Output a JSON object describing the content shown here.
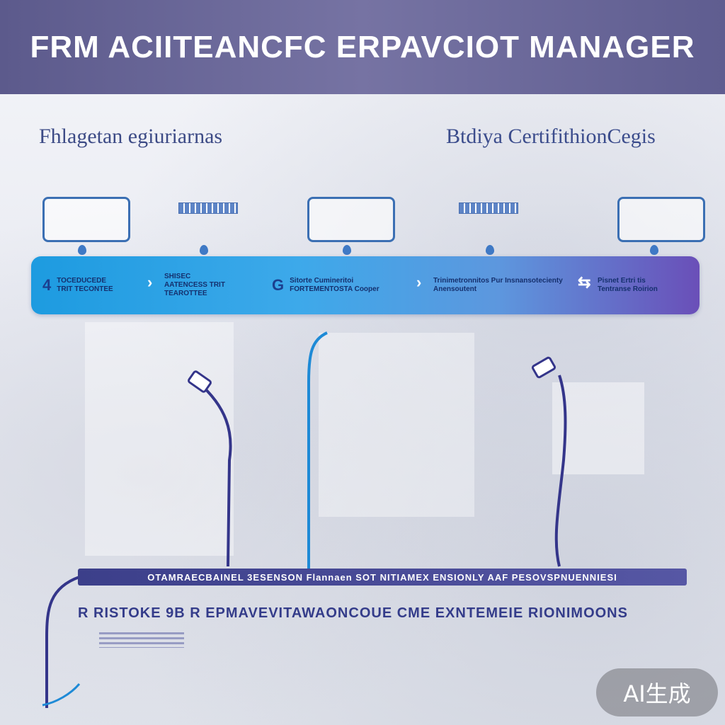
{
  "banner": {
    "title": "FRM ACIITEANCFC ERPAVCIOT MANAGER"
  },
  "subtitles": {
    "left": "Fhlagetan egiuriarnas",
    "right": "Btdiya CertifithionCegis"
  },
  "steps": [
    {
      "num": "4",
      "text": "TOCEDUCEDE TRIT TECONTEE"
    },
    {
      "num": "",
      "text": "SHISEC AATENCESS TRIT TEAROTTEE"
    },
    {
      "num": "G",
      "text": "Sitorte Cumineritoi FORTEMENTOSTA Cooper"
    },
    {
      "num": "",
      "text": "Trinimetronnitos Pur Insnansotecienty Anensoutent"
    },
    {
      "num": "",
      "text": "Pisnet Ertri tis Tentranse Roirion"
    }
  ],
  "lower_bar": {
    "text": "OTAMRAECBAINEL 3ESENSON  Flannaen  SOT NITIAMEX ENSIONLY AAF PESOVSPNUENNIESI"
  },
  "bottom": {
    "text": "R RISTOKE 9B  R  EPMAVEVITAWAONCOUE CME EXNTEMEIE RIONIMOONS"
  },
  "badge": {
    "text": "AI生成"
  },
  "colors": {
    "banner": "#6a6799",
    "step_bar_start": "#1d9be0",
    "step_bar_end": "#6a4fb8",
    "line_blue": "#1e8ad6",
    "line_navy": "#34358a"
  },
  "icons": [
    "monitor-icon",
    "document-strip-icon",
    "clock-card-icon",
    "document-strip-icon",
    "clock-card-icon"
  ]
}
